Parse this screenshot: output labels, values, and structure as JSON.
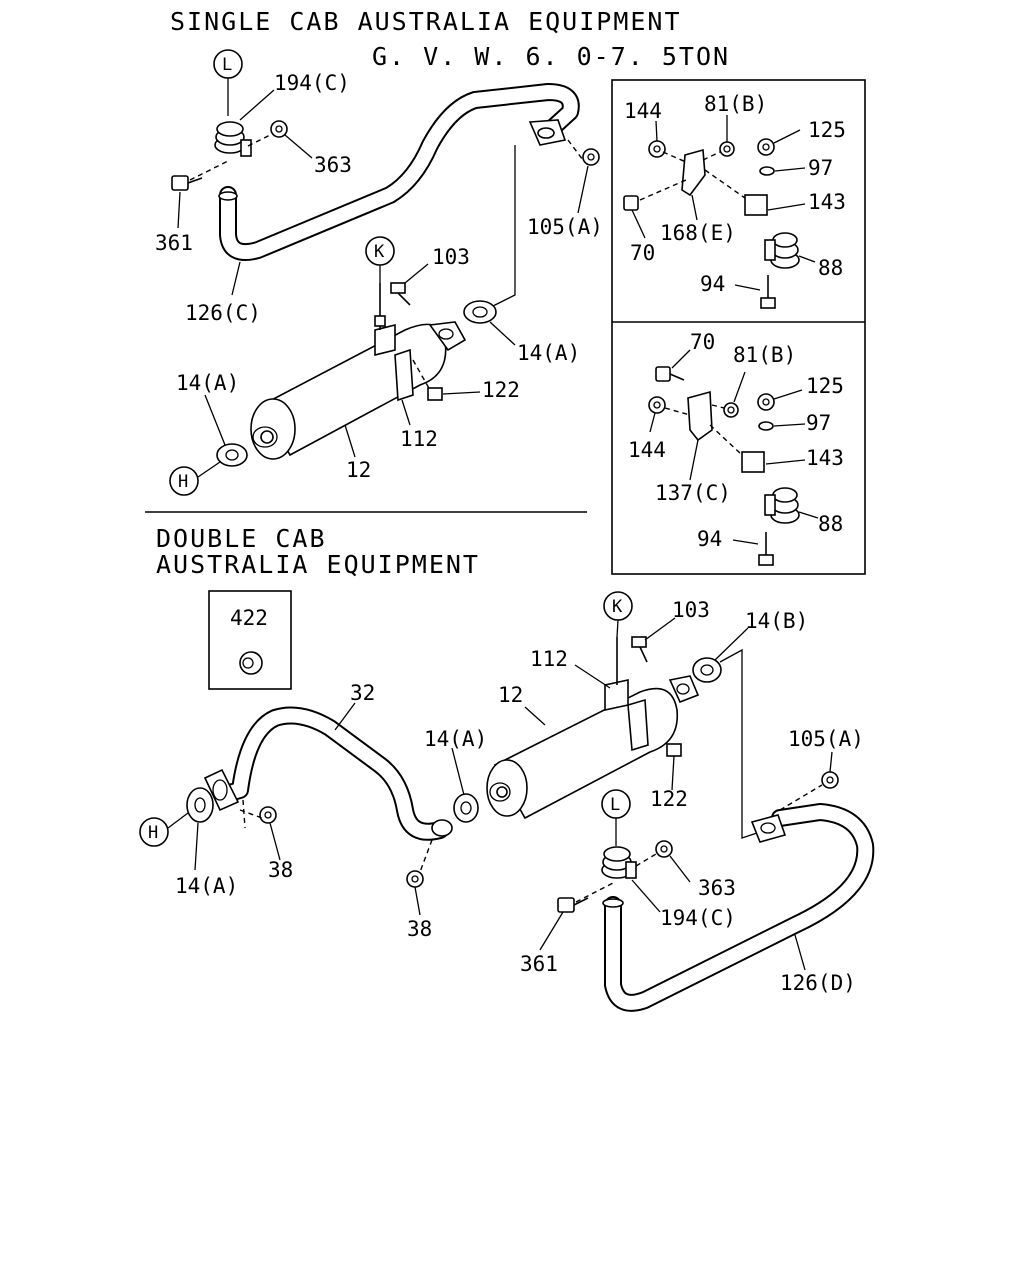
{
  "titles": {
    "single_line1": "SINGLE CAB AUSTRALIA EQUIPMENT",
    "single_line2": "G. V. W. 6. 0-7. 5TON",
    "double_line1": "DOUBLE CAB",
    "double_line2": "AUSTRALIA EQUIPMENT"
  },
  "single_cab": {
    "callout_L": "L",
    "p194c": "194(C)",
    "p363": "363",
    "p361": "361",
    "p126c": "126(C)",
    "p105a": "105(A)",
    "callout_K": "K",
    "p103": "103",
    "p14a_right": "14(A)",
    "p122": "122",
    "p14a_left": "14(A)",
    "p112": "112",
    "p12": "12",
    "callout_H": "H"
  },
  "inset_top": {
    "p144": "144",
    "p81b": "81(B)",
    "p125": "125",
    "p97": "97",
    "p143": "143",
    "p70": "70",
    "p168e": "168(E)",
    "p88": "88",
    "p94": "94"
  },
  "inset_bottom": {
    "p70": "70",
    "p81b": "81(B)",
    "p125": "125",
    "p97": "97",
    "p144": "144",
    "p143": "143",
    "p137c": "137(C)",
    "p88": "88",
    "p94": "94"
  },
  "double_cab": {
    "p422": "422",
    "p32": "32",
    "callout_K": "K",
    "p103": "103",
    "p14b": "14(B)",
    "p112": "112",
    "p12": "12",
    "p105a": "105(A)",
    "p14a_mid": "14(A)",
    "p122": "122",
    "callout_H": "H",
    "p14a_left": "14(A)",
    "p38_left": "38",
    "p38_mid": "38",
    "callout_L": "L",
    "p363": "363",
    "p194c": "194(C)",
    "p361": "361",
    "p126d": "126(D)"
  }
}
